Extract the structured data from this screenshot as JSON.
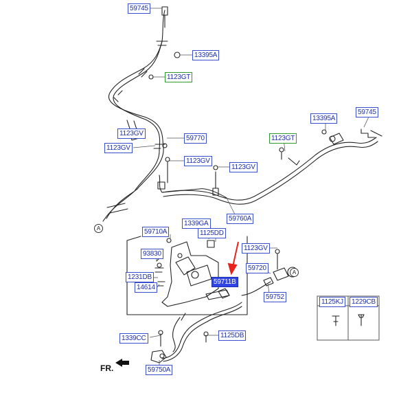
{
  "labels": {
    "p59745_top": "59745",
    "p13395A_top": "13395A",
    "p1123GT_top": "1123GT",
    "p1123GV_a": "1123GV",
    "p1123GV_b": "1123GV",
    "p59770": "59770",
    "p1123GV_c": "1123GV",
    "p1123GV_d": "1123GV",
    "p59760A": "59760A",
    "p1123GT_right": "1123GT",
    "p13395A_right": "13395A",
    "p59745_right": "59745",
    "p59710A": "59710A",
    "p1339GA": "1339GA",
    "p1125DD": "1125DD",
    "p93830": "93830",
    "p1231DB": "1231DB",
    "p14614": "14614",
    "p1123GV_e": "1123GV",
    "p59720": "59720",
    "p59711B": "59711B",
    "p59752": "59752",
    "p1339CC": "1339CC",
    "p1125DB": "1125DB",
    "p59750A": "59750A",
    "p1125KJ": "1125KJ",
    "p1229CB": "1229CB"
  },
  "markers": {
    "a_left": "A",
    "a_right": "A"
  },
  "direction_label": "FR.",
  "colors": {
    "label_border": "#3a4fd0",
    "label_text": "#1c2fa8",
    "highlight_fill": "#2f45e6",
    "green_border": "#2f9a2f",
    "pointer_arrow": "#e8231b"
  }
}
